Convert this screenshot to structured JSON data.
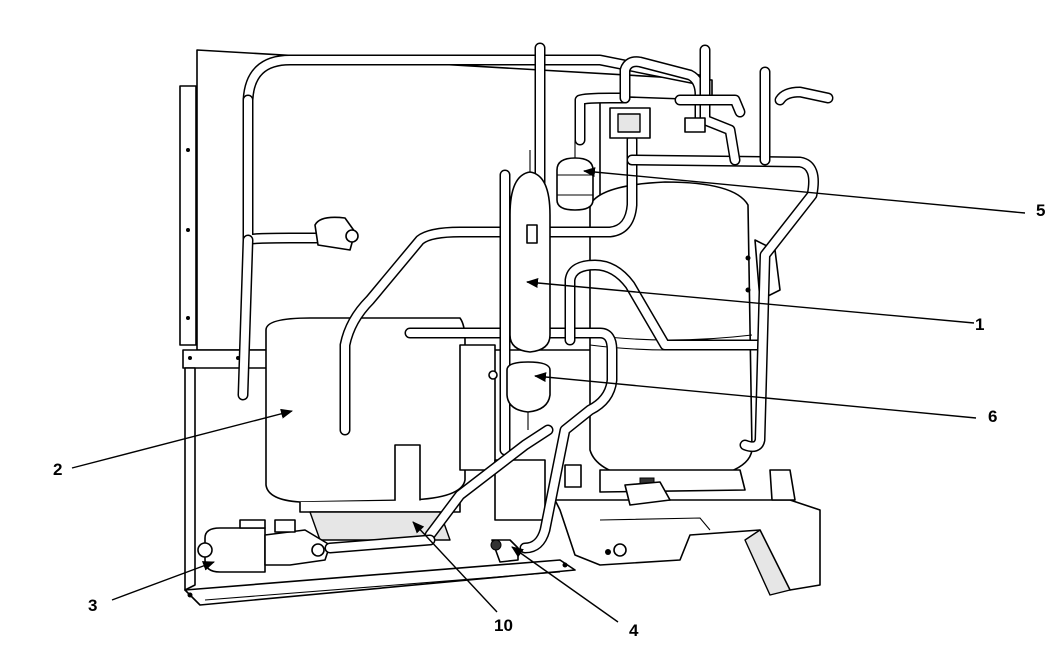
{
  "callouts": [
    {
      "id": "1",
      "text": "1"
    },
    {
      "id": "2",
      "text": "2"
    },
    {
      "id": "3",
      "text": "3"
    },
    {
      "id": "4",
      "text": "4"
    },
    {
      "id": "5",
      "text": "5"
    },
    {
      "id": "6",
      "text": "6"
    },
    {
      "id": "10",
      "text": "10"
    }
  ]
}
